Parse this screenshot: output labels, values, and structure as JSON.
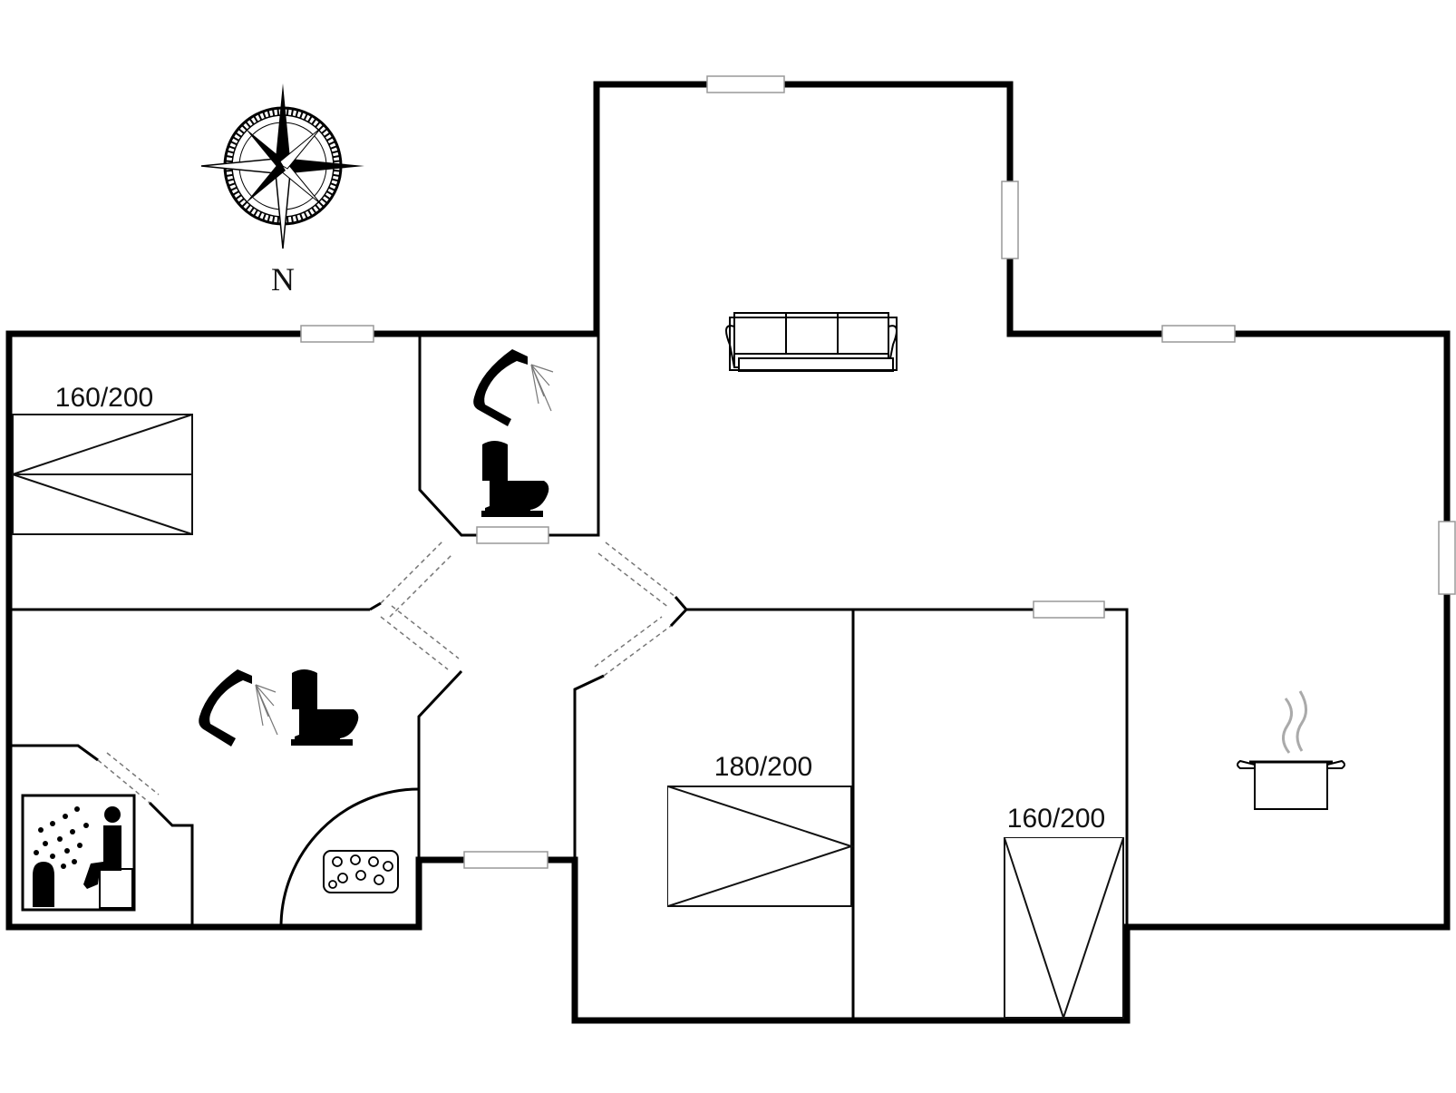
{
  "compass": {
    "north_label": "N"
  },
  "rooms": {
    "bedroom_1": {
      "bed_size": "160/200"
    },
    "bedroom_2": {
      "bed_size": "180/200"
    },
    "bedroom_3": {
      "bed_size": "160/200"
    }
  },
  "icons": {
    "compass": "compass-rose-icon",
    "sofa": "sofa-icon",
    "shower_1": "shower-icon",
    "toilet_1": "toilet-icon",
    "shower_2": "shower-icon",
    "toilet_2": "toilet-icon",
    "sauna": "sauna-icon",
    "whirlpool": "whirlpool-icon",
    "kitchen": "cooking-pot-icon"
  }
}
